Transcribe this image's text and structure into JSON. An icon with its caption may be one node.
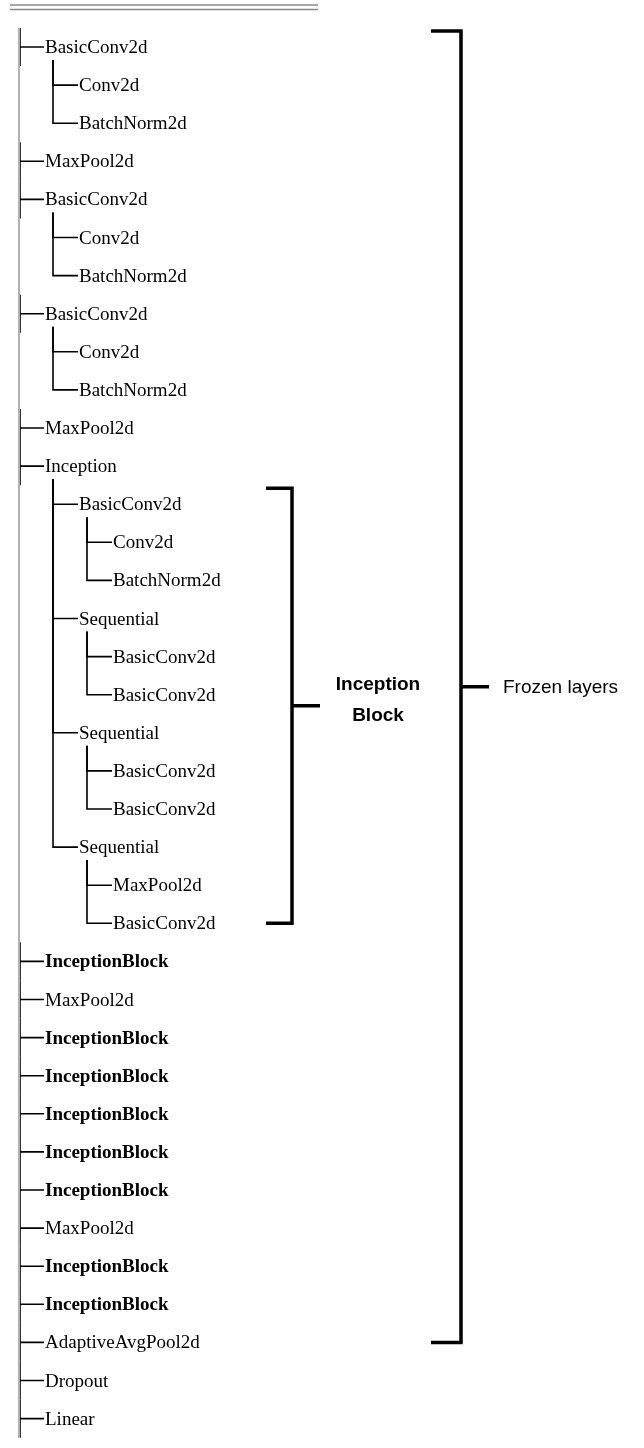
{
  "diagram": {
    "nodes": [
      {
        "text": [
          "BasicConv2d"
        ]
      },
      {
        "text": [
          "Conv2d"
        ]
      },
      {
        "text": [
          "BatchNorm2d"
        ]
      },
      {
        "text": [
          "MaxPool2d"
        ]
      },
      {
        "text": [
          "BasicConv2d"
        ]
      },
      {
        "text": [
          "Conv2d"
        ]
      },
      {
        "text": [
          "BatchNorm2d"
        ]
      },
      {
        "text": [
          "BasicConv2d"
        ]
      },
      {
        "text": [
          "Conv2d"
        ]
      },
      {
        "text": [
          "BatchNorm2d"
        ]
      },
      {
        "text": [
          "MaxPool2d"
        ]
      },
      {
        "text": [
          "Inception"
        ]
      },
      {
        "text": [
          "BasicConv2d"
        ]
      },
      {
        "text": [
          "Conv2d"
        ]
      },
      {
        "text": [
          "BatchNorm2d"
        ]
      },
      {
        "text": [
          "Sequential"
        ]
      },
      {
        "text": [
          "BasicConv2d"
        ]
      },
      {
        "text": [
          "BasicConv2d"
        ]
      },
      {
        "text": [
          "Sequential"
        ]
      },
      {
        "text": [
          "BasicConv2d"
        ]
      },
      {
        "text": [
          "BasicConv2d"
        ]
      },
      {
        "text": [
          "Sequential"
        ]
      },
      {
        "text": [
          "MaxPool2d"
        ]
      },
      {
        "text": [
          "BasicConv2d"
        ]
      },
      {
        "text": [
          "InceptionBlock"
        ]
      },
      {
        "text": [
          "MaxPool2d"
        ]
      },
      {
        "text": [
          "InceptionBlock"
        ]
      },
      {
        "text": [
          "InceptionBlock"
        ]
      },
      {
        "text": [
          "InceptionBlock"
        ]
      },
      {
        "text": [
          "InceptionBlock"
        ]
      },
      {
        "text": [
          "InceptionBlock"
        ]
      },
      {
        "text": [
          "MaxPool2d"
        ]
      },
      {
        "text": [
          "InceptionBlock"
        ]
      },
      {
        "text": [
          "InceptionBlock"
        ]
      },
      {
        "text": [
          "AdaptiveAvgPool2d"
        ]
      },
      {
        "text": [
          "Dropout"
        ]
      },
      {
        "text": [
          "Linear"
        ]
      },
      {
        "text": [],
        "shape": "bar"
      }
    ],
    "edges": [
      {
        "from": 37,
        "to": 0,
        "arrow": "none"
      },
      {
        "from": 37,
        "to": 3,
        "arrow": "none"
      },
      {
        "from": 37,
        "to": 4,
        "arrow": "none"
      },
      {
        "from": 37,
        "to": 7,
        "arrow": "none"
      },
      {
        "from": 37,
        "to": 10,
        "arrow": "none"
      },
      {
        "from": 37,
        "to": 11,
        "arrow": "none"
      },
      {
        "from": 37,
        "to": 24,
        "arrow": "none"
      },
      {
        "from": 37,
        "to": 25,
        "arrow": "none"
      },
      {
        "from": 37,
        "to": 26,
        "arrow": "none"
      },
      {
        "from": 37,
        "to": 27,
        "arrow": "none"
      },
      {
        "from": 37,
        "to": 28,
        "arrow": "none"
      },
      {
        "from": 37,
        "to": 29,
        "arrow": "none"
      },
      {
        "from": 37,
        "to": 30,
        "arrow": "none"
      },
      {
        "from": 37,
        "to": 31,
        "arrow": "none"
      },
      {
        "from": 37,
        "to": 32,
        "arrow": "none"
      },
      {
        "from": 37,
        "to": 33,
        "arrow": "none"
      },
      {
        "from": 37,
        "to": 34,
        "arrow": "none"
      },
      {
        "from": 37,
        "to": 35,
        "arrow": "none"
      },
      {
        "from": 37,
        "to": 36,
        "arrow": "none"
      },
      {
        "from": 0,
        "to": 1,
        "arrow": "none"
      },
      {
        "from": 0,
        "to": 2,
        "arrow": "none"
      },
      {
        "from": 4,
        "to": 5,
        "arrow": "none"
      },
      {
        "from": 4,
        "to": 6,
        "arrow": "none"
      },
      {
        "from": 7,
        "to": 8,
        "arrow": "none"
      },
      {
        "from": 7,
        "to": 9,
        "arrow": "none"
      },
      {
        "from": 11,
        "to": 12,
        "arrow": "none"
      },
      {
        "from": 12,
        "to": 13,
        "arrow": "none"
      },
      {
        "from": 12,
        "to": 14,
        "arrow": "none"
      },
      {
        "from": 11,
        "to": 15,
        "arrow": "none"
      },
      {
        "from": 15,
        "to": 16,
        "arrow": "none"
      },
      {
        "from": 15,
        "to": 17,
        "arrow": "none"
      },
      {
        "from": 11,
        "to": 18,
        "arrow": "none"
      },
      {
        "from": 18,
        "to": 19,
        "arrow": "none"
      },
      {
        "from": 18,
        "to": 20,
        "arrow": "none"
      },
      {
        "from": 11,
        "to": 21,
        "arrow": "none"
      },
      {
        "from": 21,
        "to": 22,
        "arrow": "none"
      },
      {
        "from": 21,
        "to": 23,
        "arrow": "none"
      }
    ],
    "labels": [
      "Inception Block",
      "Frozen layers"
    ]
  }
}
